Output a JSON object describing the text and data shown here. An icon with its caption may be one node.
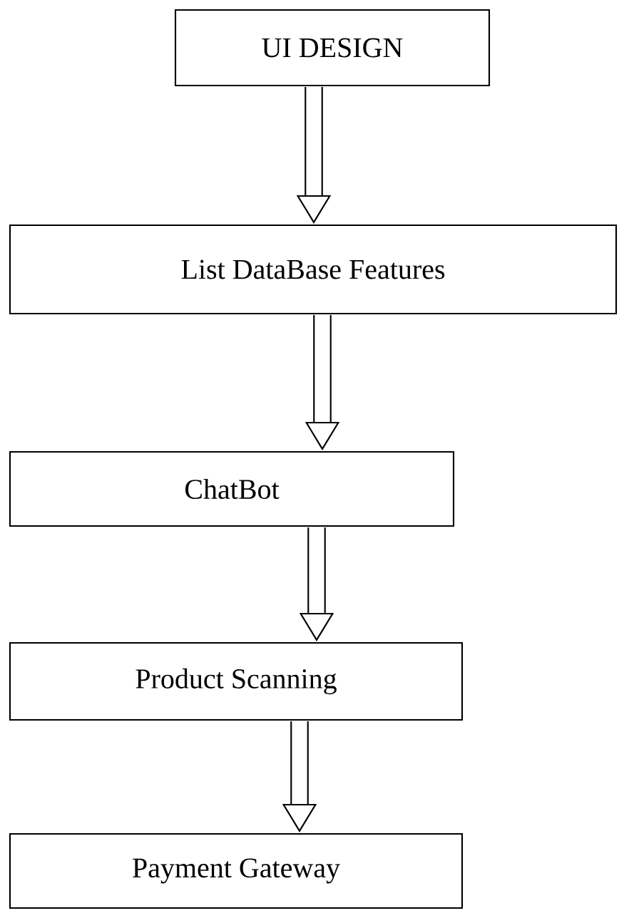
{
  "diagram": {
    "nodes": [
      {
        "text": [
          "UI  DESIGN"
        ]
      },
      {
        "text": [
          "List DataBase Features"
        ]
      },
      {
        "text": [
          "ChatBot"
        ]
      },
      {
        "text": [
          "Product Scanning"
        ]
      },
      {
        "text": [
          "Payment Gateway"
        ]
      }
    ],
    "edges": [
      {
        "from": 0,
        "to": 1,
        "arrow": "to"
      },
      {
        "from": 1,
        "to": 2,
        "arrow": "to"
      },
      {
        "from": 2,
        "to": 3,
        "arrow": "to"
      },
      {
        "from": 3,
        "to": 4,
        "arrow": "to"
      }
    ]
  }
}
